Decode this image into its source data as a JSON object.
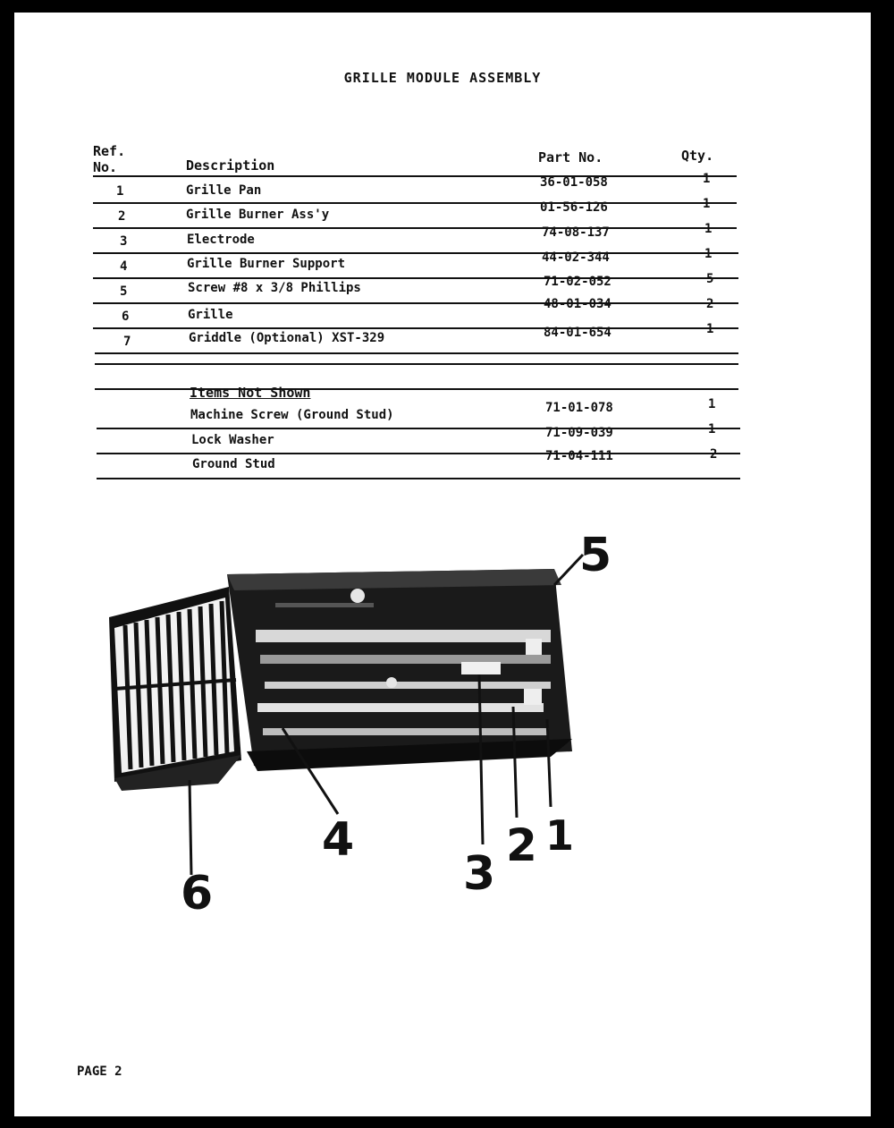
{
  "document": {
    "title": "GRILLE MODULE ASSEMBLY",
    "page_label": "PAGE 2"
  },
  "table": {
    "headers": {
      "ref_line1": "Ref.",
      "ref_line2": "No.",
      "description": "Description",
      "part_no": "Part No.",
      "qty": "Qty."
    },
    "rows": [
      {
        "ref": "1",
        "description": "Grille Pan",
        "part_no": "36-01-058",
        "qty": "1"
      },
      {
        "ref": "2",
        "description": "Grille Burner Ass'y",
        "part_no": "01-56-126",
        "qty": "1"
      },
      {
        "ref": "3",
        "description": "Electrode",
        "part_no": "74-08-137",
        "qty": "1"
      },
      {
        "ref": "4",
        "description": "Grille Burner Support",
        "part_no": "44-02-344",
        "qty": "1"
      },
      {
        "ref": "5",
        "description": "Screw #8 x 3/8 Phillips",
        "part_no": "71-02-052",
        "qty": "5"
      },
      {
        "ref": "6",
        "description": "Grille",
        "part_no": "48-01-034",
        "qty": "2"
      },
      {
        "ref": "7",
        "description": "Griddle (Optional) XST-329",
        "part_no": "84-01-654",
        "qty": "1"
      }
    ],
    "section_label": "Items Not Shown",
    "extra_rows": [
      {
        "description": "Machine Screw (Ground Stud)",
        "part_no": "71-01-078",
        "qty": "1"
      },
      {
        "description": "Lock Washer",
        "part_no": "71-09-039",
        "qty": "1"
      },
      {
        "description": "Ground Stud",
        "part_no": "71-04-111",
        "qty": "2"
      }
    ]
  },
  "diagram": {
    "callouts": [
      "1",
      "2",
      "3",
      "4",
      "5",
      "6"
    ]
  }
}
